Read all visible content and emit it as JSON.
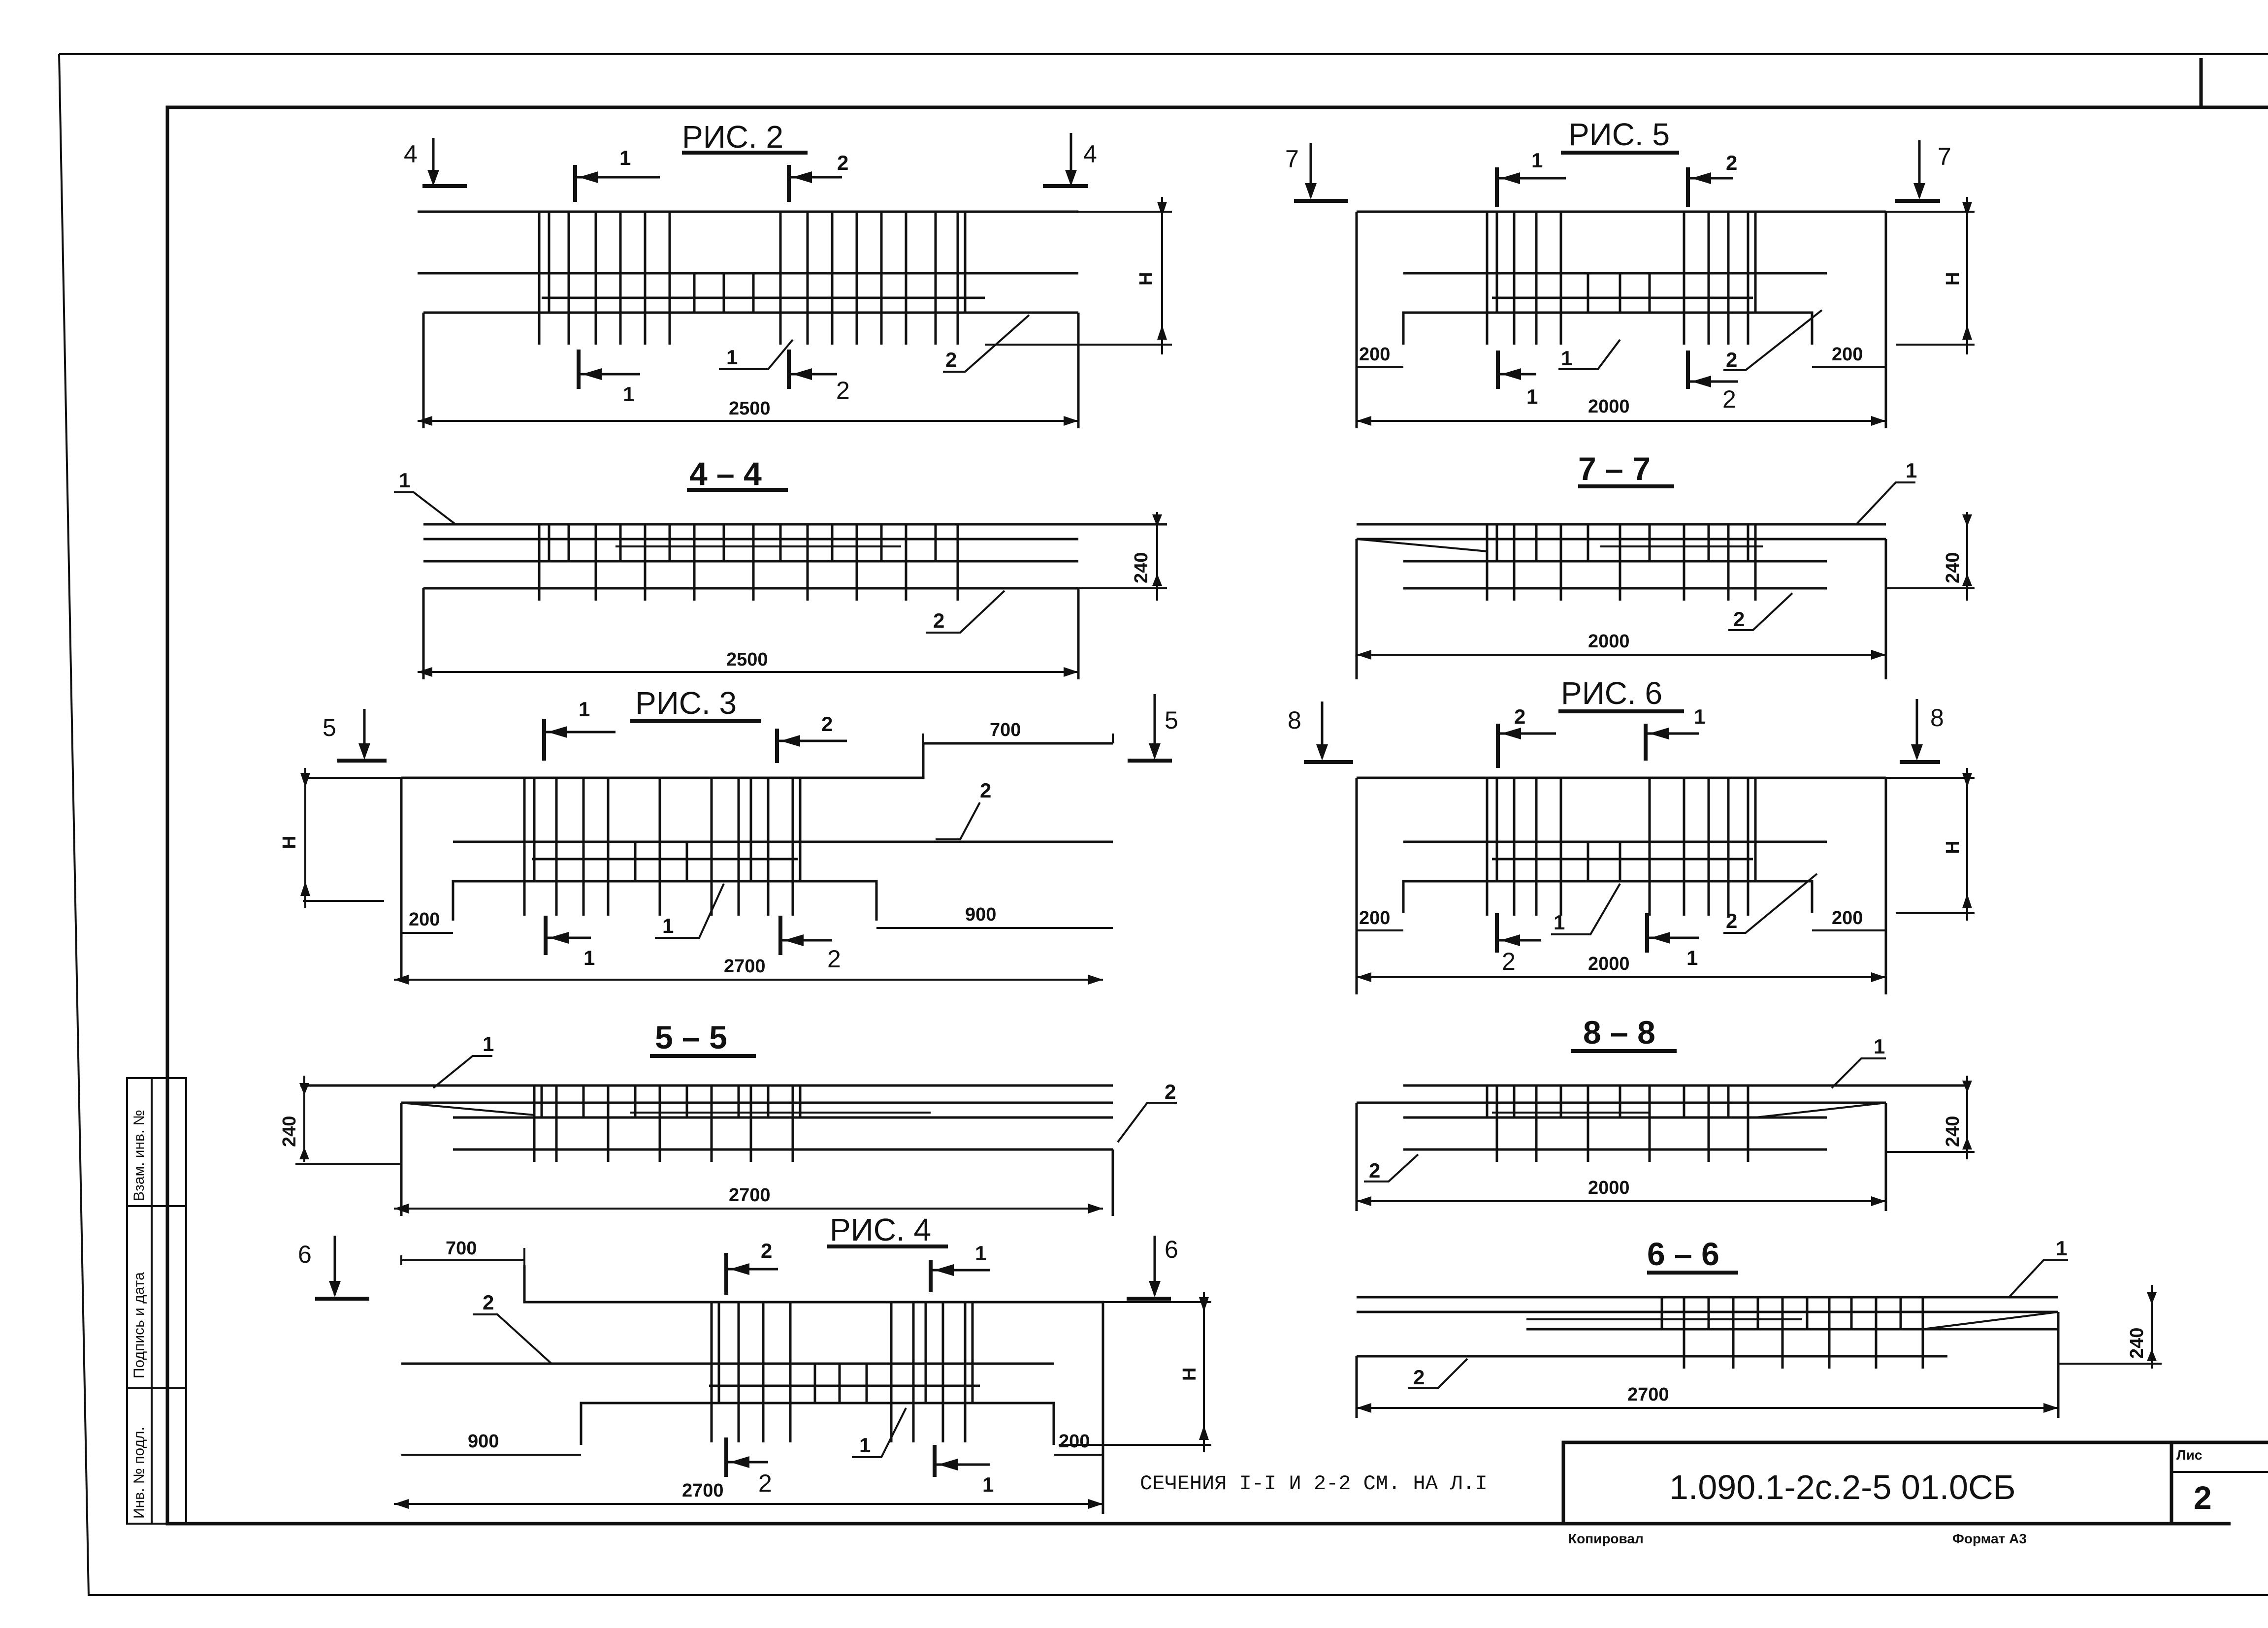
{
  "figures": {
    "fig2": {
      "title": "РИС. 2",
      "cut_left": "4",
      "cut_right": "4",
      "sec1_top": "1",
      "sec2_top": "2",
      "sec1_bot": "1",
      "sec2_bot": "2",
      "pos1": "1",
      "pos2": "2",
      "dim_total": "2500",
      "dim_height": "Н"
    },
    "fig5": {
      "title": "РИС. 5",
      "cut_left": "7",
      "cut_right": "7",
      "sec1_top": "1",
      "sec2_top": "2",
      "sec1_bot": "1",
      "sec2_bot": "2",
      "pos1": "1",
      "pos2": "2",
      "dim_total": "2000",
      "dim_left": "200",
      "dim_right": "200",
      "dim_height": "Н"
    },
    "fig3": {
      "title": "РИС. 3",
      "cut_left": "5",
      "cut_right": "5",
      "sec1_top": "1",
      "sec2_top": "2",
      "sec1_bot": "1",
      "sec2_bot": "2",
      "pos1": "1",
      "pos2": "2",
      "dim_total": "2700",
      "dim_left": "200",
      "dim_700": "700",
      "dim_900": "900",
      "dim_height": "Н"
    },
    "fig6": {
      "title": "РИС. 6",
      "cut_left": "8",
      "cut_right": "8",
      "sec1_top": "1",
      "sec2_top": "2",
      "sec1_bot": "1",
      "sec2_bot": "2",
      "pos1": "1",
      "pos2": "2",
      "dim_total": "2000",
      "dim_left": "200",
      "dim_right": "200",
      "dim_height": "Н"
    },
    "fig4": {
      "title": "РИС. 4",
      "cut_left": "6",
      "cut_right": "6",
      "sec1_top": "1",
      "sec2_top": "2",
      "sec1_bot": "1",
      "sec2_bot": "2",
      "pos1": "1",
      "pos2": "2",
      "dim_total": "2700",
      "dim_700": "700",
      "dim_900": "900",
      "dim_right": "200",
      "dim_height": "Н"
    }
  },
  "sections": {
    "s44": {
      "title": "4 – 4",
      "pos1": "1",
      "pos2": "2",
      "dim_total": "2500",
      "dim_height": "240"
    },
    "s77": {
      "title": "7 – 7",
      "pos1": "1",
      "pos2": "2",
      "dim_total": "2000",
      "dim_height": "240"
    },
    "s55": {
      "title": "5 – 5",
      "pos1": "1",
      "pos2": "2",
      "dim_total": "2700",
      "dim_height": "240"
    },
    "s88": {
      "title": "8 – 8",
      "pos1": "1",
      "pos2": "2",
      "dim_total": "2000",
      "dim_height": "240"
    },
    "s66": {
      "title": "6 – 6",
      "pos1": "1",
      "pos2": "2",
      "dim_total": "2700",
      "dim_height": "240"
    }
  },
  "note": "СЕЧЕНИЯ I-I И 2-2 СМ. НА Л.I",
  "title_block": {
    "code": "1.090.1-2с.2-5  01.0СБ",
    "sheet_label": "Лис",
    "sheet_number": "2",
    "copied": "Копировал",
    "format": "Формат А3"
  },
  "margin_stamps": {
    "inv_no": "Инв. № подл.",
    "signature_date": "Подпись и дата",
    "replace_inv": "Взам. инв. №"
  }
}
